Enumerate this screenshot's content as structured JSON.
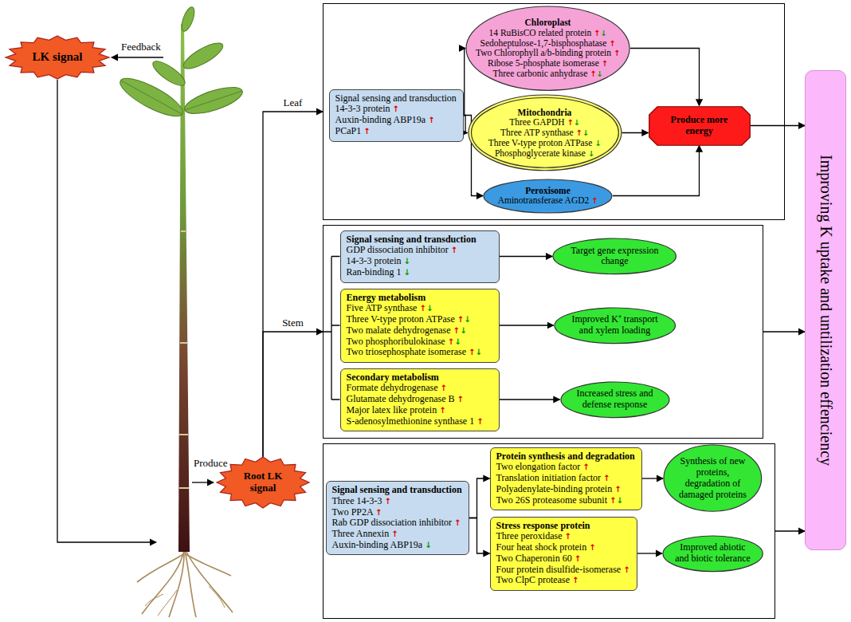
{
  "diagram": {
    "nodes": [
      {
        "text": [
          "LK signal"
        ]
      },
      {
        "text": []
      },
      {
        "text": [
          "Signal sensing and transduction",
          "14-3-3 protein ↑",
          "Auxin-binding ABP19a ↑",
          "PCaP1 ↑"
        ],
        "in": 1
      },
      {
        "text": [
          "Chloroplast",
          "14 RuBisCO related protein ↑↓",
          "Sedoheptulose-1,7-bisphosphatase ↑",
          "Two Chlorophyll a/b-binding protein ↑",
          "Ribose 5-phosphate isomerase ↑",
          "Three carbonic anhydrase ↑↓"
        ],
        "in": 1
      },
      {
        "text": [
          "Mitochondria",
          "Three GAPDH ↑↓",
          "Three ATP synthase ↑↓",
          "Three V-type proton ATPase ↓",
          "Phosphoglycerate kinase ↓"
        ],
        "in": 1
      },
      {
        "text": [
          "Peroxisome",
          "Aminotransferase AGD2 ↑"
        ],
        "in": 1
      },
      {
        "text": [
          "Produce more energy"
        ],
        "in": 1
      },
      {
        "text": []
      },
      {
        "text": [
          "Signal sensing and transduction",
          "GDP dissociation inhibitor ↑",
          "14-3-3 protein ↓",
          "Ran-binding 1 ↓"
        ],
        "in": 7
      },
      {
        "text": [
          "Energy metabolism",
          "Five ATP synthase ↑↓",
          "Three V-type proton ATPase ↑↓",
          "Two malate dehydrogenase ↑↓",
          "Two phosphoribulokinase ↑↓",
          "Two triosephosphate isomerase ↑↓"
        ],
        "in": 7
      },
      {
        "text": [
          "Secondary metabolism",
          "Formate dehydrogenase ↑",
          "Glutamate dehydrogenase B ↑",
          "Major latex like protein ↑",
          "S-adenosylmethionine synthase 1 ↑"
        ],
        "in": 7
      },
      {
        "text": [
          "Target gene expression change"
        ],
        "in": 7
      },
      {
        "text": [
          "Improved K⁺ transport and xylem loading"
        ],
        "in": 7
      },
      {
        "text": [
          "Increased stress and defense response"
        ],
        "in": 7
      },
      {
        "text": [
          "Root LK signal"
        ]
      },
      {
        "text": []
      },
      {
        "text": [
          "Signal sensing and transduction",
          "Three 14-3-3 ↑",
          "Two PP2A ↑",
          "Rab GDP dissociation inhibitor ↑",
          "Three Annexin ↑",
          "Auxin-binding ABP19a ↓"
        ],
        "in": 15
      },
      {
        "text": [
          "Protein synthesis and degradation",
          "Two elongation factor ↑",
          "Translation initiation factor ↑",
          "Polyadenylate-binding protein ↑",
          "Two 26S proteasome subunit ↑↓"
        ],
        "in": 15
      },
      {
        "text": [
          "Stress response protein",
          "Three peroxidase ↑",
          "Four heat shock protein ↑",
          "Two Chaperonin 60 ↑",
          "Four protein disulfide-isomerase ↑",
          "Two ClpC protease ↑"
        ],
        "in": 15
      },
      {
        "text": [
          "Synthesis of new proteins, degradation of damaged proteins"
        ],
        "in": 15
      },
      {
        "text": [
          "Improved abiotic and biotic tolerance"
        ],
        "in": 15
      },
      {
        "text": [
          "Improving K uptake and untilization effenciency"
        ]
      }
    ],
    "edges": [
      {
        "from": 2,
        "to": 3,
        "arrow": "to"
      },
      {
        "from": 2,
        "to": 4,
        "arrow": "to"
      },
      {
        "from": 2,
        "to": 5,
        "arrow": "to"
      },
      {
        "from": 3,
        "to": 6,
        "arrow": "to"
      },
      {
        "from": 4,
        "to": 6,
        "arrow": "to"
      },
      {
        "from": 5,
        "to": 6,
        "arrow": "to"
      },
      {
        "from": 6,
        "to": 21,
        "arrow": "to"
      },
      {
        "from": 8,
        "to": 11,
        "arrow": "to"
      },
      {
        "from": 9,
        "to": 12,
        "arrow": "to"
      },
      {
        "from": 10,
        "to": 13,
        "arrow": "to"
      },
      {
        "from": 7,
        "to": 21,
        "arrow": "to"
      },
      {
        "from": 16,
        "to": 17,
        "arrow": "to"
      },
      {
        "from": 16,
        "to": 18,
        "arrow": "to"
      },
      {
        "from": 17,
        "to": 19,
        "arrow": "to"
      },
      {
        "from": 18,
        "to": 20,
        "arrow": "to"
      },
      {
        "from": 15,
        "to": 21,
        "arrow": "to"
      },
      {
        "from": 14,
        "to": 1,
        "label": "Leaf",
        "arrow": "to"
      },
      {
        "from": 14,
        "to": 7,
        "label": "Stem",
        "arrow": "to"
      }
    ],
    "labels": [
      "Feedback",
      "Produce"
    ]
  }
}
